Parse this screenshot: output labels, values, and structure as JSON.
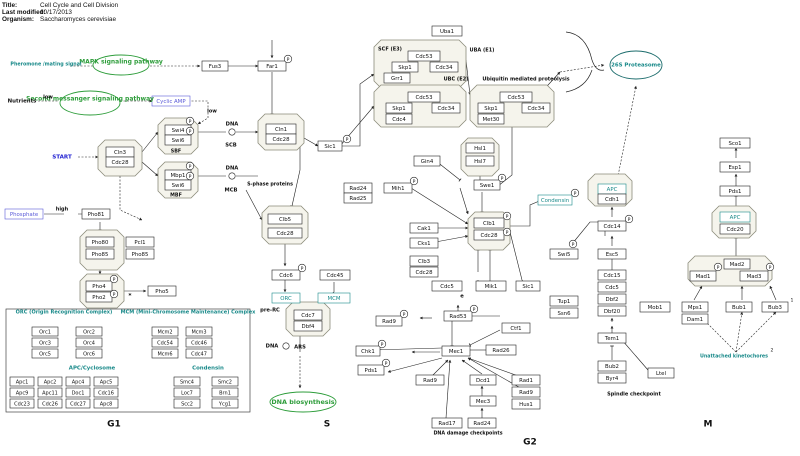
{
  "header": {
    "title_label": "Title:",
    "title": "Cell Cycle and Cell Division",
    "modified_label": "Last modified:",
    "modified": "10/17/2013",
    "organism_label": "Organism:",
    "organism": "Saccharomyces cerevisiae"
  },
  "colors": {
    "line": "#222222",
    "complex_fill": "#f5f4ec",
    "complex_stroke": "#8b8b7a",
    "pathway_green": "#2e9d3b",
    "label_teal": "#1a8a8a",
    "label_blue": "#1a1ad0",
    "metabolite_blue": "#5a5ad8",
    "node_stroke": "#222222"
  },
  "phases": {
    "g1": "G1",
    "s": "S",
    "g2": "G2",
    "m": "M"
  },
  "pathways": {
    "mapk": "MAPK signaling pathway",
    "second_messenger": "Second messanger signaling pathway",
    "dna_bio": "DNA biosynthesis",
    "proteasome": "26S Proteasome"
  },
  "labels": {
    "pheromone": "Pheromone /mating signal",
    "nutrients": "Nutrients",
    "low1": "low",
    "low2": "low",
    "start": "START",
    "high": "high",
    "scb": "SCB",
    "mcb": "MCB",
    "dna1": "DNA",
    "dna2": "DNA",
    "dna3": "DNA",
    "sbf": "SBF",
    "mbf": "MBF",
    "sphase": "S-phase proteins",
    "prerc": "pre-RC",
    "ars": "ARS",
    "scf": "SCF (E3)",
    "uba": "UBA (E1)",
    "ubc": "UBC (E2)",
    "ubiq": "Ubiquitin mediated proteolysis",
    "damage": "DNA damage checkpoints",
    "spindle": "Spindle checkpoint",
    "unattached": "Unattached kinetochores",
    "e_mark": "e",
    "star": "*",
    "fn1": "1",
    "fn2": "2",
    "orc_title": "ORC (Origin Recognition Complex)",
    "mcm_title": "MCM (Mini-Chromosome Maintenance) Complex",
    "apc_title": "APC/Cyclosome",
    "condensin_title": "Condensin"
  },
  "genes": {
    "fus3": "Fus3",
    "far1": "Far1",
    "cyclic_amp": "Cyclic AMP",
    "cln3": "Cln3",
    "cdc28a": "Cdc28",
    "swi4": "Swi4",
    "swi6a": "Swi6",
    "mbp1": "Mbp1",
    "swi6b": "Swi6",
    "cln1": "Cln1",
    "cdc28b": "Cdc28",
    "sic1a": "Sic1",
    "clb5": "Clb5",
    "cdc28c": "Cdc28",
    "phosphate": "Phosphate",
    "pho81": "Pho81",
    "pho80": "Pho80",
    "pho85a": "Pho85",
    "pcl1": "Pcl1",
    "pho85b": "Pho85",
    "pho4": "Pho4",
    "pho2": "Pho2",
    "pho5": "Pho5",
    "cdc6": "Cdc6",
    "cdc45": "Cdc45",
    "orc": "ORC",
    "mcm": "MCM",
    "cdc7": "Cdc7",
    "dbf4": "Dbf4",
    "uba1": "Uba1",
    "cdc53a": "Cdc53",
    "skp1a": "Skp1",
    "cdc34a": "Cdc34",
    "grr1": "Grr1",
    "cdc53b": "Cdc53",
    "skp1b": "Skp1",
    "cdc34b": "Cdc34",
    "cdc4": "Cdc4",
    "cdc53c": "Cdc53",
    "skp1c": "Skp1",
    "cdc34c": "Cdc34",
    "met30": "Met30",
    "hsl1": "Hsl1",
    "hsl7": "Hsl7",
    "gin4": "Gin4",
    "swe1": "Swe1",
    "mih1": "Mih1",
    "rad24a": "Rad24",
    "rad25": "Rad25",
    "clb1": "Clb1",
    "cdc28d": "Cdc28",
    "condensin": "Condensin",
    "cak1": "Cak1",
    "cks1": "Cks1",
    "clb3": "Clb3",
    "cdc28e": "Cdc28",
    "cdc5": "Cdc5",
    "mik1": "Mik1",
    "sic1b": "Sic1",
    "swi5": "Swi5",
    "tup1": "Tup1",
    "ssn6": "Ssn6",
    "rad53": "Rad53",
    "rad9a": "Rad9",
    "ctf1": "Ctf1",
    "chk1": "Chk1",
    "pds1a": "Pds1",
    "mec1": "Mec1",
    "rad26": "Rad26",
    "rad9b": "Rad9",
    "dcd1": "Dcd1",
    "rad1": "Rad1",
    "rad9c": "Rad9",
    "mec3": "Mec3",
    "hus1": "Hus1",
    "rad17": "Rad17",
    "rad24b": "Rad24",
    "apc_a": "APC",
    "cdh1": "Cdh1",
    "cdc14": "Cdc14",
    "esc5": "Esc5",
    "cdc15": "Cdc15",
    "cdc5b": "Cdc5",
    "dbf2": "Dbf2",
    "dbf20": "Dbf20",
    "tem1": "Tem1",
    "bub2": "Bub2",
    "byr4": "Byr4",
    "ltel": "Ltel",
    "sco1": "Sco1",
    "esp1": "Esp1",
    "pds1b": "Pds1",
    "apc_b": "APC",
    "cdc20": "Cdc20",
    "mad2": "Mad2",
    "mad1": "Mad1",
    "mad3": "Mad3",
    "mob1": "Mob1",
    "mps1": "Mps1",
    "dam1": "Dam1",
    "bub1": "Bub1",
    "bub3": "Bub3"
  },
  "boxes": {
    "orc": [
      "Orc1",
      "Orc2",
      "Orc3",
      "Orc4",
      "Orc5",
      "Orc6"
    ],
    "mcm": [
      "Mcm2",
      "Mcm3",
      "Cdc54",
      "Cdc46",
      "Mcm6",
      "Cdc47"
    ],
    "apc": [
      "Apc1",
      "Apc2",
      "Apc4",
      "Apc5",
      "Apc9",
      "Apc11",
      "Doc1",
      "Cdc16",
      "Cdc23",
      "Cdc26",
      "Cdc27",
      "Apc8"
    ],
    "condensin": [
      "Smc4",
      "Smc2",
      "Loc7",
      "Brn1",
      "Scc2",
      "Ycg1"
    ]
  },
  "phospho": "P"
}
